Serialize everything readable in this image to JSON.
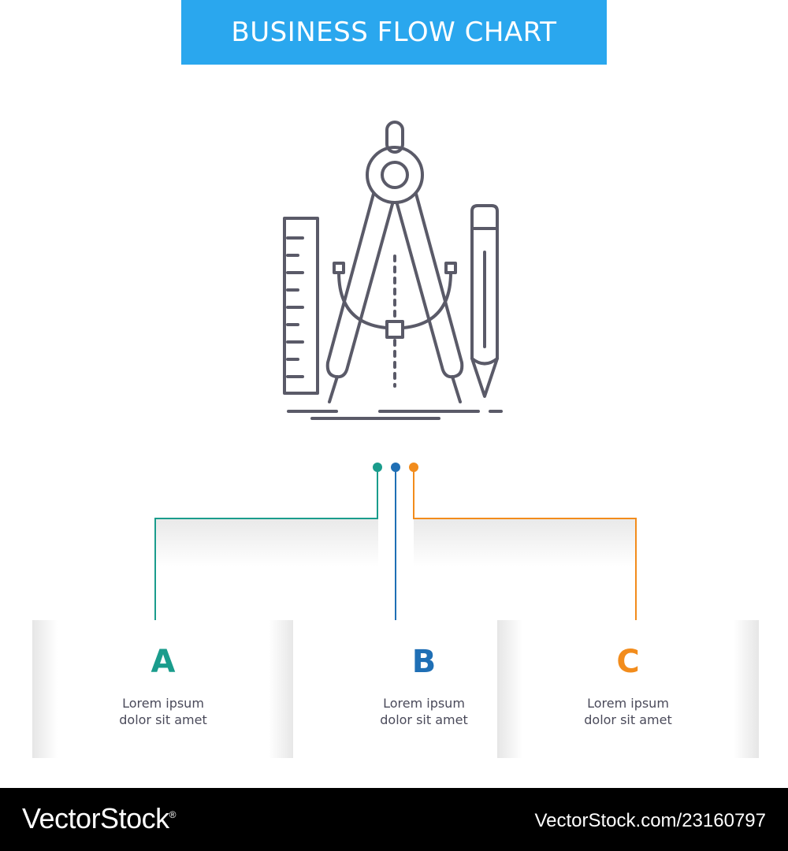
{
  "header": {
    "title": "BUSINESS FLOW CHART"
  },
  "colors": {
    "title_bg": "#2aa7ee",
    "icon_stroke": "#5a5a68",
    "branch_a": "#1a9c8c",
    "branch_b": "#1f6fb5",
    "branch_c": "#f28c1c"
  },
  "illustration": {
    "icon": "engineering-compass-ruler-pencil-icon"
  },
  "steps": [
    {
      "letter": "A",
      "line1": "Lorem ipsum",
      "line2": "dolor sit amet"
    },
    {
      "letter": "B",
      "line1": "Lorem ipsum",
      "line2": "dolor sit amet"
    },
    {
      "letter": "C",
      "line1": "Lorem ipsum",
      "line2": "dolor sit amet"
    }
  ],
  "footer": {
    "brand": "VectorStock",
    "brand_mark": "®",
    "stock_id": "VectorStock.com/23160797"
  }
}
